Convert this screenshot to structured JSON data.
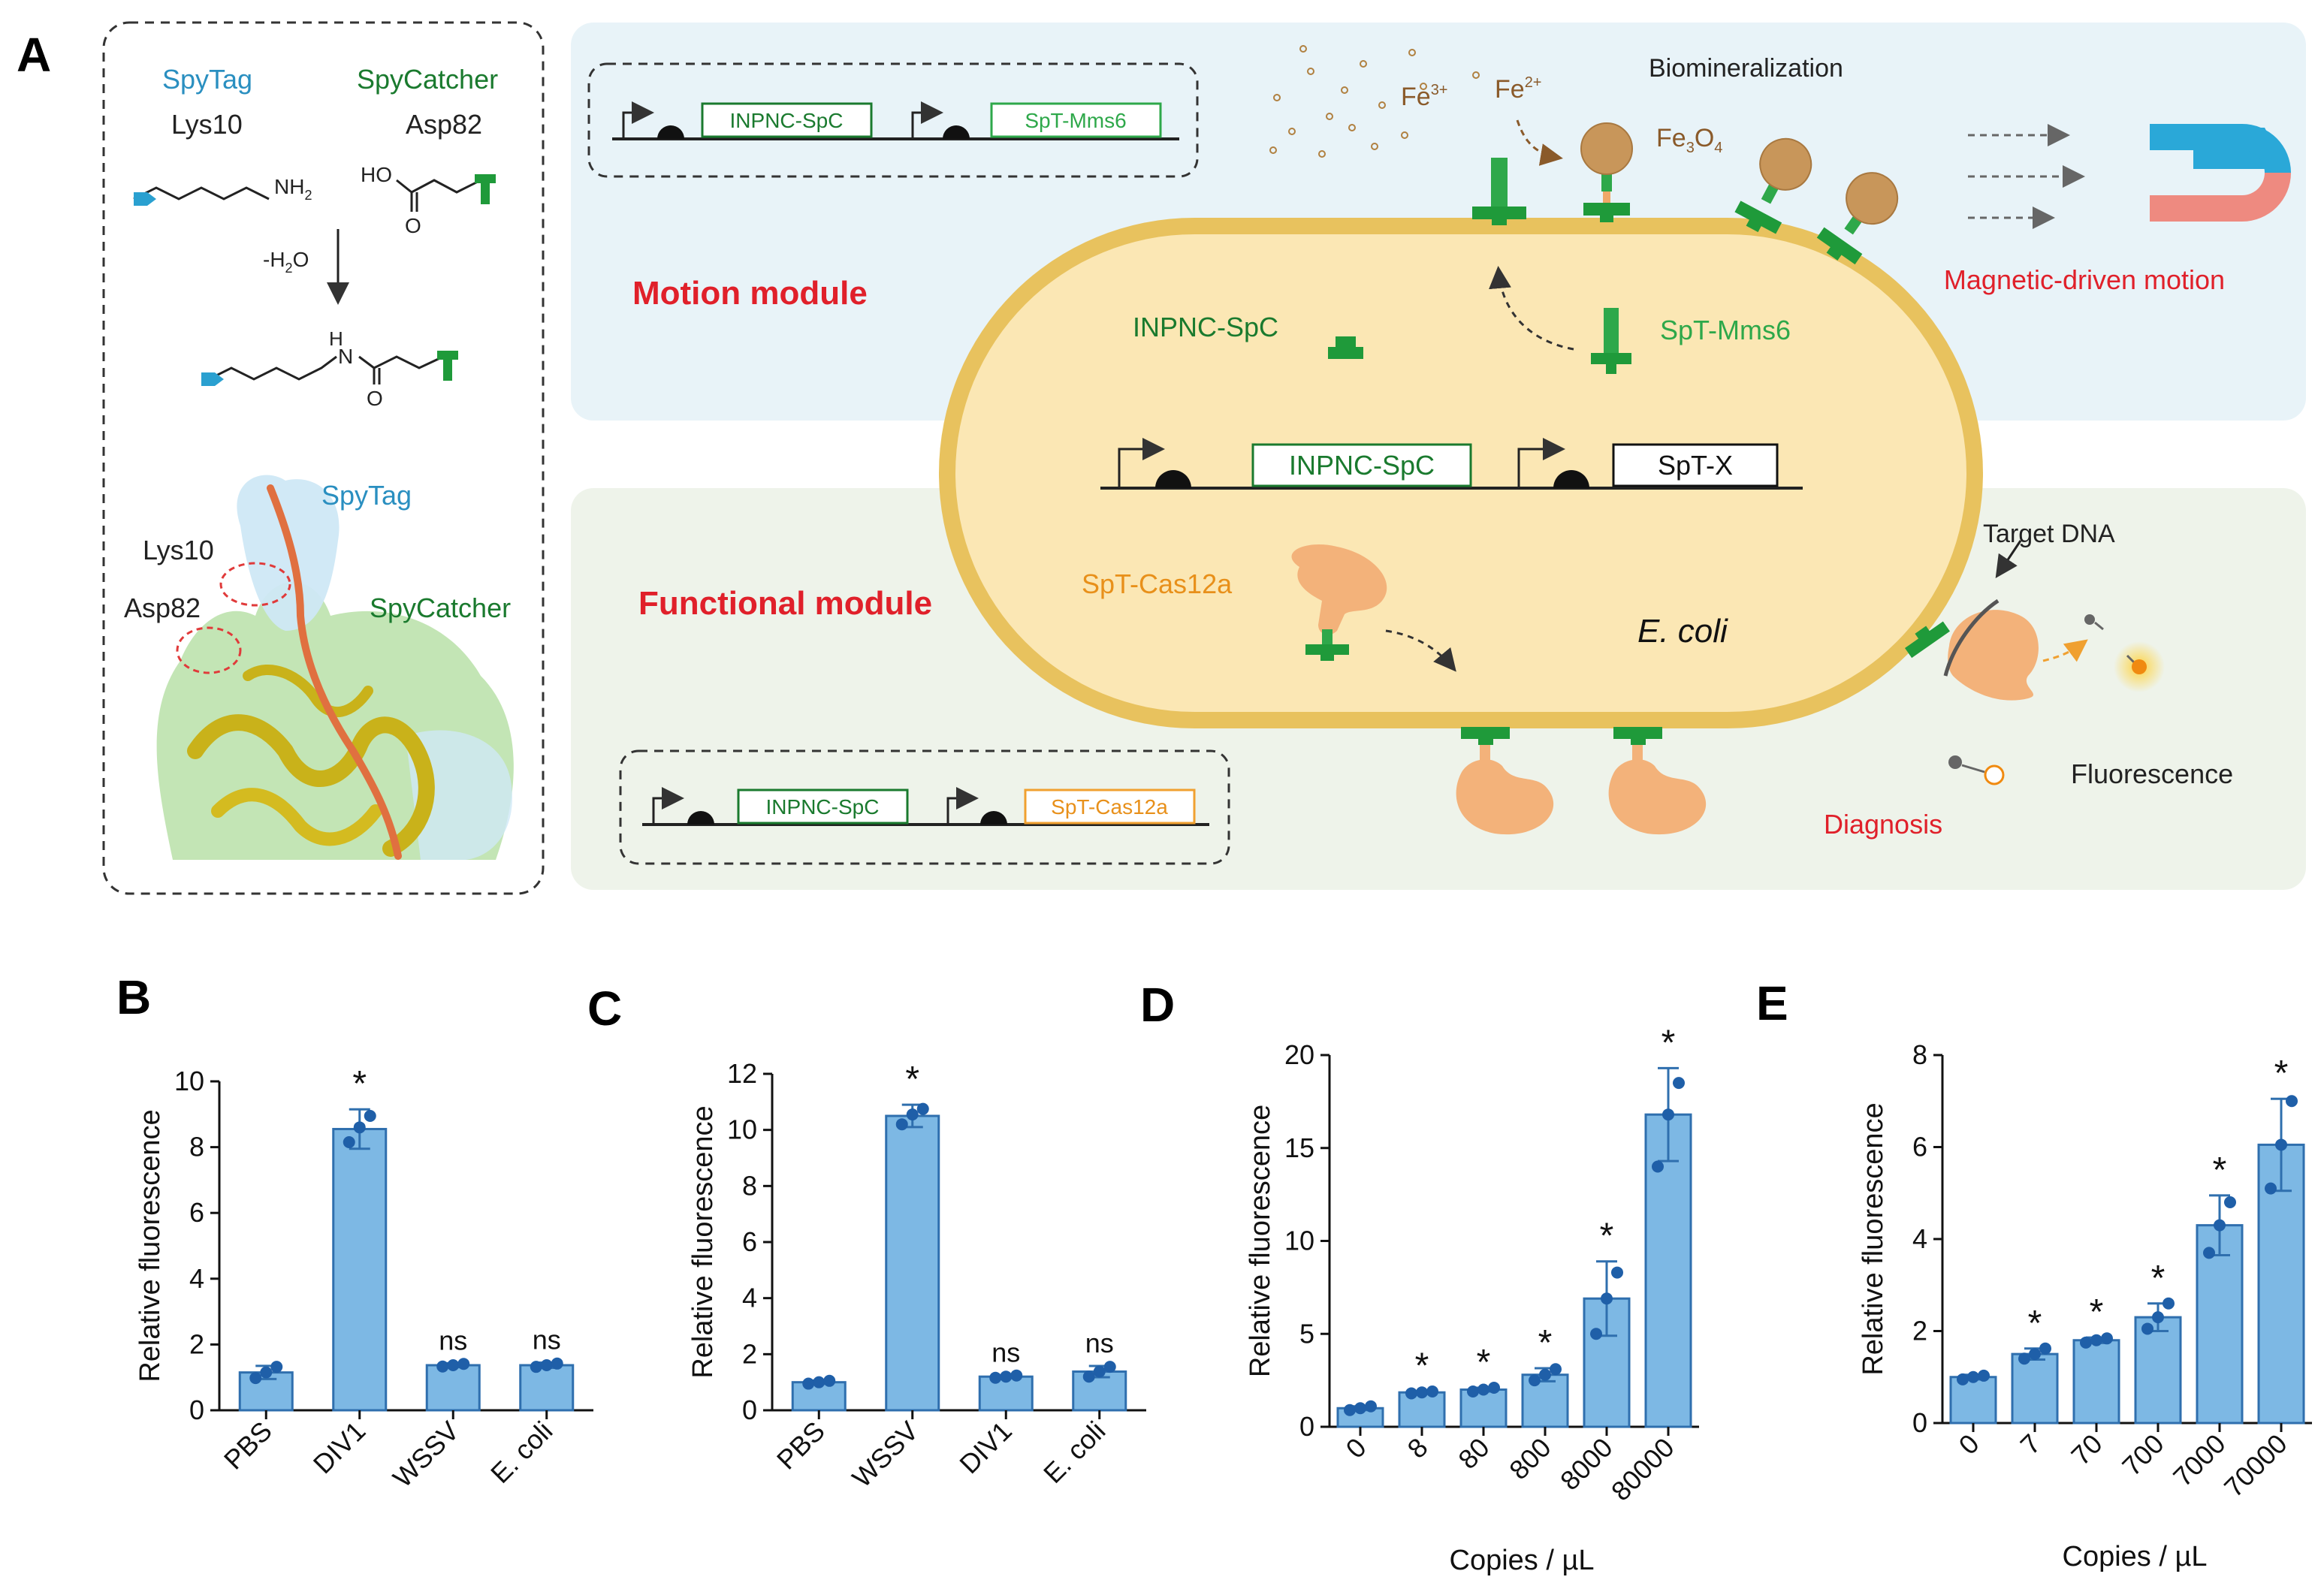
{
  "panel_labels": {
    "a": "A",
    "b": "B",
    "c": "C",
    "d": "D",
    "e": "E"
  },
  "schematic": {
    "chem": {
      "spytag_label": "SpyTag",
      "spycatcher_label": "SpyCatcher",
      "lys": "Lys10",
      "asp": "Asp82",
      "nh2": "NH",
      "nh2_sub": "2",
      "ho": "HO",
      "o1": "O",
      "o2": "O",
      "h": "H",
      "n": "N",
      "water": "-H",
      "water_sub": "2",
      "water_o": "O",
      "struct_spytag": "SpyTag",
      "struct_lys": "Lys10",
      "struct_asp": "Asp82",
      "struct_spycatcher": "SpyCatcher"
    },
    "motion": {
      "title": "Motion module",
      "construct": [
        "INPNC-SpC",
        "SpT-Mms6"
      ],
      "biomineralization": "Biomineralization",
      "fe3": "Fe",
      "fe3_sup": "3+",
      "fe2": "Fe",
      "fe2_sup": "2+",
      "fe3o4": "Fe",
      "fe3o4_sub1": "3",
      "fe3o4_o": "O",
      "fe3o4_sub2": "4",
      "magnetic": "Magnetic-driven motion"
    },
    "cell": {
      "inpnc": "INPNC-SpC",
      "spt_mms6": "SpT-Mms6",
      "gene1": "INPNC-SpC",
      "gene2": "SpT-X",
      "cas12a": "SpT-Cas12a",
      "ecoli": "E. coli"
    },
    "functional": {
      "title": "Functional module",
      "construct": [
        "INPNC-SpC",
        "SpT-Cas12a"
      ],
      "target_dna": "Target DNA",
      "fluorescence": "Fluorescence",
      "diagnosis": "Diagnosis"
    },
    "colors": {
      "red": "#e0202a",
      "green": "#1a7a2e",
      "blue": "#2a8fc0",
      "orange": "#f0a868",
      "cell": "#fbe7b4",
      "membrane": "#e8c25e"
    }
  },
  "chart_data": [
    {
      "panel": "B",
      "type": "bar",
      "ylabel": "Relative fluorescence",
      "categories": [
        "PBS",
        "DIV1",
        "WSSV",
        "E. coli"
      ],
      "values": [
        1.15,
        8.55,
        1.37,
        1.37
      ],
      "errors": [
        0.2,
        0.6,
        0.06,
        0.08
      ],
      "points": [
        [
          0.98,
          1.15,
          1.32
        ],
        [
          8.15,
          8.6,
          8.95
        ],
        [
          1.33,
          1.37,
          1.41
        ],
        [
          1.32,
          1.37,
          1.42
        ]
      ],
      "annotations": [
        "",
        "*",
        "ns",
        "ns"
      ],
      "ylim": [
        0,
        10
      ],
      "yticks": [
        "0",
        "2",
        "4",
        "6",
        "8",
        "10"
      ]
    },
    {
      "panel": "C",
      "type": "bar",
      "ylabel": "Relative fluorescence",
      "categories": [
        "PBS",
        "WSSV",
        "DIV1",
        "E. coli"
      ],
      "values": [
        1.0,
        10.5,
        1.2,
        1.38
      ],
      "errors": [
        0.06,
        0.4,
        0.05,
        0.2
      ],
      "points": [
        [
          0.95,
          1.0,
          1.05
        ],
        [
          10.2,
          10.55,
          10.75
        ],
        [
          1.16,
          1.2,
          1.24
        ],
        [
          1.2,
          1.38,
          1.55
        ]
      ],
      "annotations": [
        "",
        "*",
        "ns",
        "ns"
      ],
      "ylim": [
        0,
        12
      ],
      "yticks": [
        "0",
        "2",
        "4",
        "6",
        "8",
        "10",
        "12"
      ]
    },
    {
      "panel": "D",
      "type": "bar",
      "ylabel": "Relative fluorescence",
      "xlabel": "Copies / µL",
      "categories": [
        "0",
        "8",
        "80",
        "800",
        "8000",
        "80000"
      ],
      "values": [
        1.0,
        1.85,
        2.0,
        2.8,
        6.9,
        16.8
      ],
      "errors": [
        0.1,
        0.07,
        0.1,
        0.35,
        2.0,
        2.5
      ],
      "points": [
        [
          0.9,
          1.0,
          1.1
        ],
        [
          1.8,
          1.85,
          1.9
        ],
        [
          1.9,
          2.0,
          2.1
        ],
        [
          2.5,
          2.8,
          3.1
        ],
        [
          5.0,
          6.9,
          8.3
        ],
        [
          14.0,
          16.8,
          18.5
        ]
      ],
      "annotations": [
        "",
        "*",
        "*",
        "*",
        "*",
        "*"
      ],
      "ylim": [
        0,
        20
      ],
      "yticks": [
        "0",
        "5",
        "10",
        "15",
        "20"
      ]
    },
    {
      "panel": "E",
      "type": "bar",
      "ylabel": "Relative fluorescence",
      "xlabel": "Copies / µL",
      "categories": [
        "0",
        "7",
        "70",
        "700",
        "7000",
        "70000"
      ],
      "values": [
        1.0,
        1.5,
        1.8,
        2.3,
        4.3,
        6.05
      ],
      "errors": [
        0.05,
        0.12,
        0.06,
        0.3,
        0.65,
        1.0
      ],
      "points": [
        [
          0.95,
          1.0,
          1.03
        ],
        [
          1.4,
          1.5,
          1.62
        ],
        [
          1.75,
          1.8,
          1.84
        ],
        [
          2.05,
          2.3,
          2.6
        ],
        [
          3.7,
          4.3,
          4.8
        ],
        [
          5.1,
          6.05,
          7.0
        ]
      ],
      "annotations": [
        "",
        "*",
        "*",
        "*",
        "*",
        "*"
      ],
      "ylim": [
        0,
        8
      ],
      "yticks": [
        "0",
        "2",
        "4",
        "6",
        "8"
      ]
    }
  ]
}
